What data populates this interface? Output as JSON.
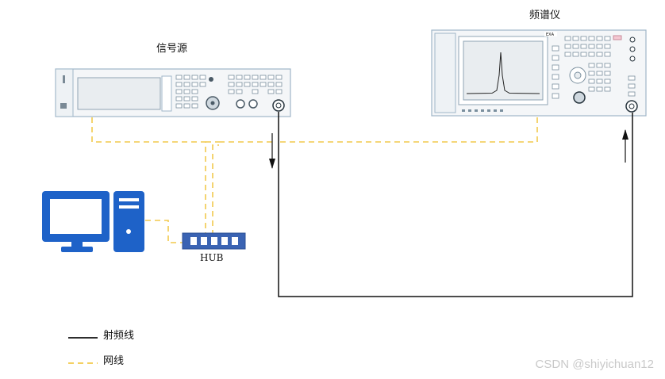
{
  "signal_source": {
    "label": "信号源"
  },
  "spectrum_analyzer": {
    "label": "频谱仪",
    "badge": "EXA"
  },
  "hub": {
    "label": "HUB"
  },
  "legend": [
    {
      "name": "rf-cable",
      "label": "射频线"
    },
    {
      "name": "network-cable",
      "label": "网线"
    }
  ],
  "watermark": "CSDN @shiyichuan12",
  "colors": {
    "network_line": "#f2c94c",
    "rf_line": "#111111",
    "computer_blue": "#1e62c8",
    "hub_blue": "#3a63b3",
    "device_body": "#f4f6f8",
    "device_border": "#9fb6c8"
  }
}
